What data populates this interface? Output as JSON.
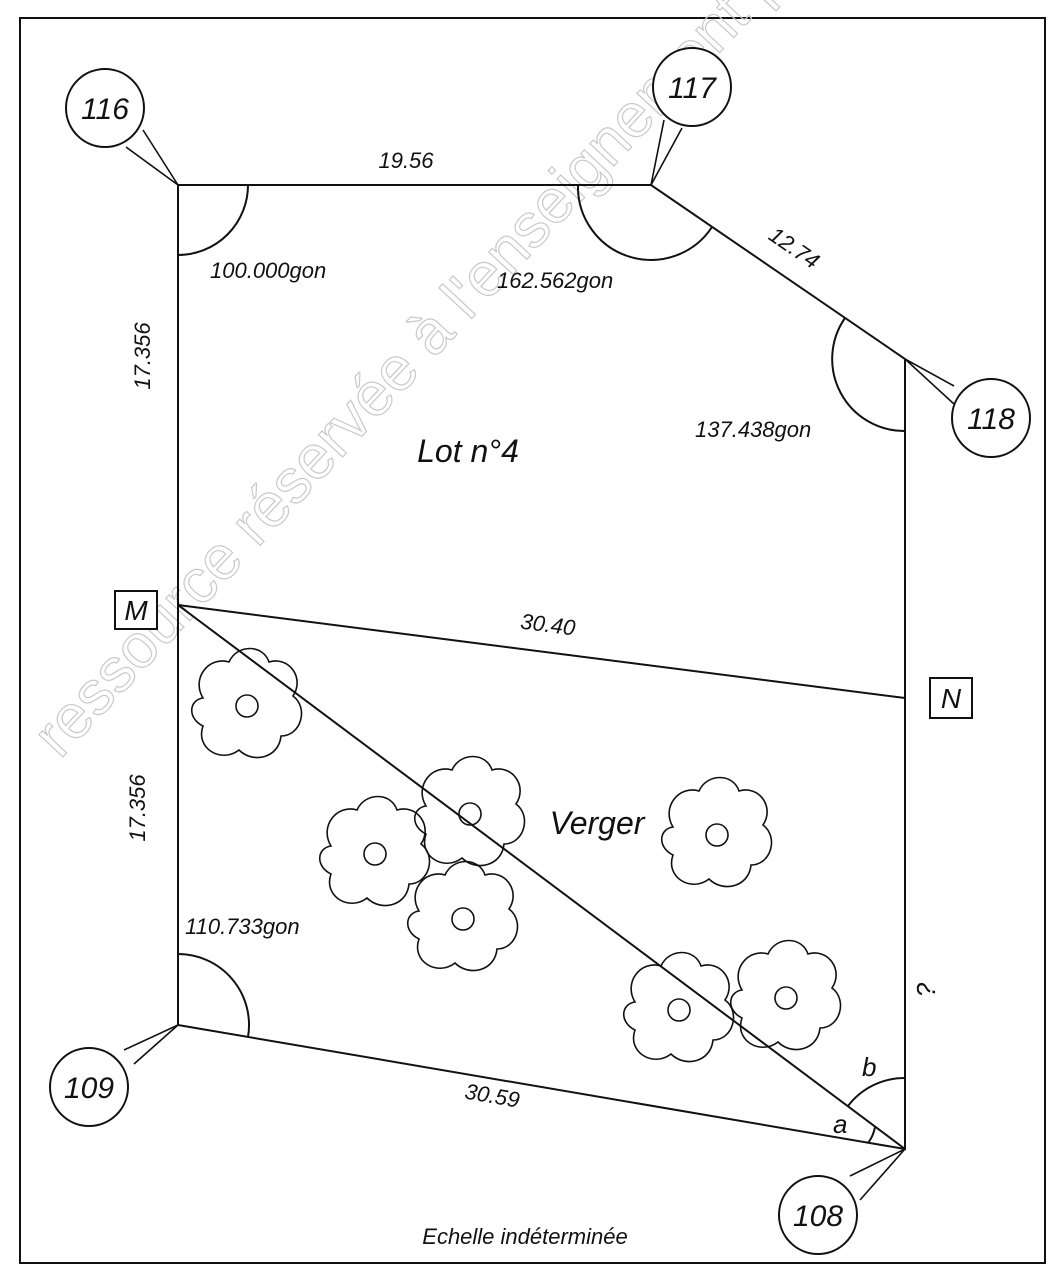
{
  "watermark": "ressource réservée à l'enseignement professionnel - Canopé",
  "stations": [
    "116",
    "117",
    "118",
    "109",
    "108"
  ],
  "points": [
    "M",
    "N"
  ],
  "distances": {
    "d116_117": "19.56",
    "d117_118": "12.74",
    "d116_M": "17.356",
    "dM_109": "17.356",
    "dM_N": "30.40",
    "d109_108": "30.59",
    "dN_108": "?"
  },
  "angles": {
    "a116": "100.000gon",
    "a117": "162.562gon",
    "a118": "137.438gon",
    "a109": "110.733gon",
    "a": "a",
    "b": "b"
  },
  "labels": {
    "lot": "Lot n°4",
    "orchard": "Verger",
    "scale": "Echelle indéterminée"
  }
}
